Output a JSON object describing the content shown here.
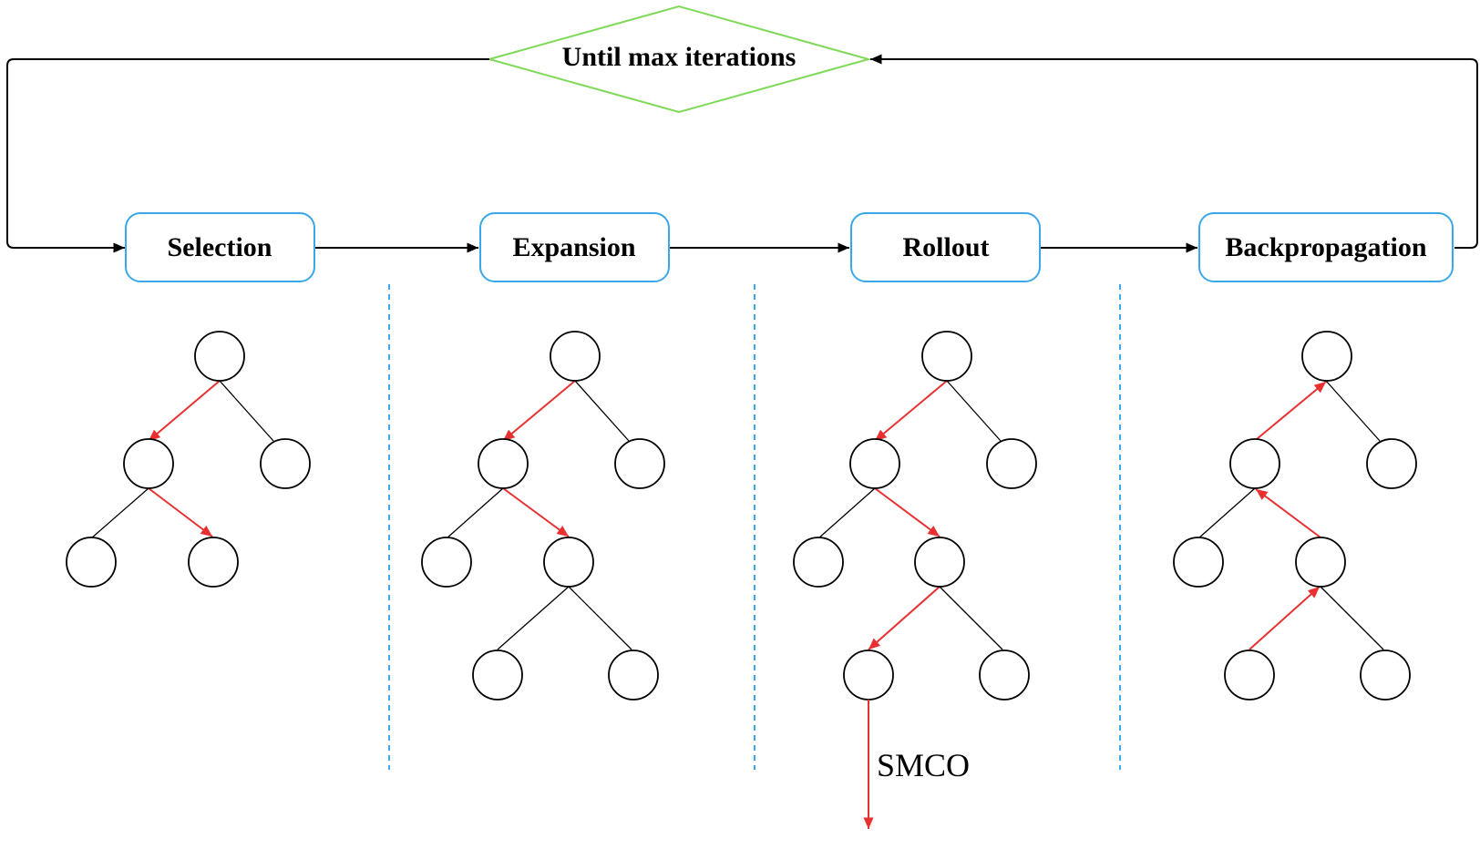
{
  "loop": {
    "label": "Until max iterations",
    "border_color": "#7ed957"
  },
  "stages": [
    {
      "label": "Selection"
    },
    {
      "label": "Expansion"
    },
    {
      "label": "Rollout"
    },
    {
      "label": "Backpropagation"
    }
  ],
  "rollout": {
    "label": "SMCO"
  },
  "colors": {
    "stage_border": "#3aa8e8",
    "divider": "#3aa8e8",
    "highlight_path": "#e83030",
    "line": "#000000"
  }
}
